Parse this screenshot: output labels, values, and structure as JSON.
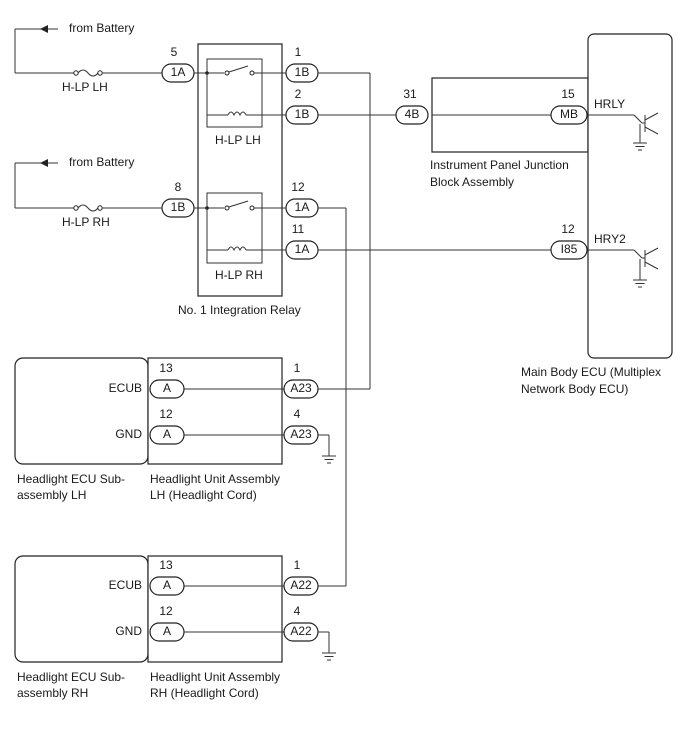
{
  "battery_feeds": [
    {
      "label": "from Battery",
      "fuse": "H-LP LH"
    },
    {
      "label": "from Battery",
      "fuse": "H-LP RH"
    }
  ],
  "relay": {
    "name": "No. 1 Integration Relay",
    "lh_label": "H-LP LH",
    "rh_label": "H-LP RH"
  },
  "connectors": {
    "c1a_in": {
      "pin": "5",
      "code": "1A"
    },
    "c1b_out": {
      "pin": "1",
      "code": "1B"
    },
    "c1b_coil": {
      "pin": "2",
      "code": "1B"
    },
    "c1b_in": {
      "pin": "8",
      "code": "1B"
    },
    "c1a_out": {
      "pin": "12",
      "code": "1A"
    },
    "c1a_coil": {
      "pin": "11",
      "code": "1A"
    },
    "c4b": {
      "pin": "31",
      "code": "4B"
    },
    "cmb": {
      "pin": "15",
      "code": "MB"
    },
    "ci85": {
      "pin": "12",
      "code": "I85"
    },
    "lh_ecub_a": {
      "pin": "13",
      "code": "A"
    },
    "lh_gnd_a": {
      "pin": "12",
      "code": "A"
    },
    "lh_ecub_a23": {
      "pin": "1",
      "code": "A23"
    },
    "lh_gnd_a23": {
      "pin": "4",
      "code": "A23"
    },
    "rh_ecub_a": {
      "pin": "13",
      "code": "A"
    },
    "rh_gnd_a": {
      "pin": "12",
      "code": "A"
    },
    "rh_ecub_a22": {
      "pin": "1",
      "code": "A22"
    },
    "rh_gnd_a22": {
      "pin": "4",
      "code": "A22"
    }
  },
  "ipjb": {
    "line1": "Instrument Panel Junction",
    "line2": "Block Assembly"
  },
  "main_ecu": {
    "line1": "Main Body ECU (Multiplex",
    "line2": "Network Body ECU)",
    "hrly": "HRLY",
    "hry2": "HRY2"
  },
  "lh_unit": {
    "ecu_line1": "Headlight ECU Sub-",
    "ecu_line2": "assembly LH",
    "ecub": "ECUB",
    "gnd": "GND",
    "unit_line1": "Headlight Unit Assembly",
    "unit_line2": "LH (Headlight Cord)"
  },
  "rh_unit": {
    "ecu_line1": "Headlight ECU Sub-",
    "ecu_line2": "assembly RH",
    "ecub": "ECUB",
    "gnd": "GND",
    "unit_line1": "Headlight Unit Assembly",
    "unit_line2": "RH (Headlight Cord)"
  }
}
